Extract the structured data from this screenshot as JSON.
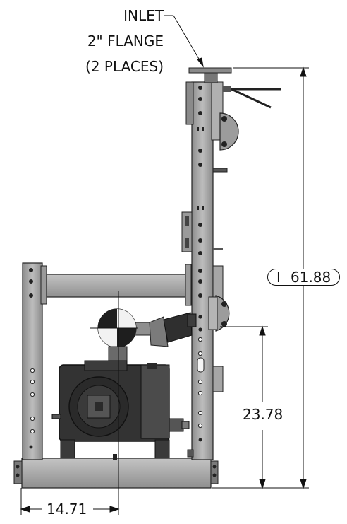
{
  "callout": {
    "line1": "INLET",
    "line2": "2\" FLANGE",
    "line3": "(2 PLACES)"
  },
  "dimensions": {
    "overall_height": "61.88",
    "overall_height_prefix": "I",
    "inlet_height": "23.78",
    "center_offset": "14.71"
  },
  "colors": {
    "line": "#111111",
    "frame_fill": "#a9a9a9",
    "frame_dark": "#6e6e6e",
    "motor_dark": "#2f2f2f",
    "motor_mid": "#4b4b4b"
  }
}
